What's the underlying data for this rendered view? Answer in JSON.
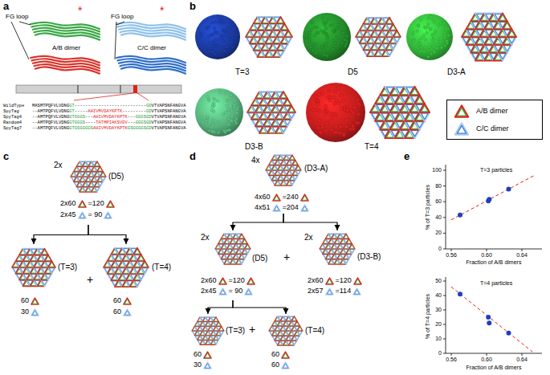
{
  "diagram": {
    "nodes": [
      {
        "text": [
          "T=3"
        ]
      },
      {
        "text": [
          "D5"
        ]
      },
      {
        "text": [
          "D3-A"
        ]
      },
      {
        "text": [
          "D3-B"
        ]
      },
      {
        "text": [
          "T=4"
        ]
      },
      {
        "text": [
          "2x",
          "(D5)",
          "2x60",
          "=120",
          "2x45",
          "= 90"
        ]
      },
      {
        "text": [
          "(T=3)",
          "60",
          "30"
        ]
      },
      {
        "text": [
          "(T=4)",
          "60",
          "60"
        ]
      },
      {
        "text": [
          "4x",
          "(D3-A)",
          "4x60",
          "=240",
          "4x51",
          "=204"
        ]
      },
      {
        "text": [
          "2x",
          "(D5)",
          "2x60",
          "=120",
          "2x45",
          "= 90"
        ]
      },
      {
        "text": [
          "2x",
          "(D3-B)",
          "2x60",
          "=120",
          "2x57",
          "=114"
        ]
      },
      {
        "text": [
          "(T=3)",
          "60",
          "30"
        ]
      },
      {
        "text": [
          "(T=4)",
          "60",
          "60"
        ]
      }
    ],
    "edges": [
      {
        "from": 5,
        "to": 6,
        "arrow": "to"
      },
      {
        "from": 5,
        "to": 7,
        "arrow": "to"
      },
      {
        "from": 8,
        "to": 9,
        "arrow": "to"
      },
      {
        "from": 8,
        "to": 10,
        "arrow": "to"
      },
      {
        "from": 9,
        "to": 11,
        "arrow": "to"
      },
      {
        "from": 9,
        "to": 12,
        "arrow": "to"
      }
    ],
    "labels": [
      "a",
      "FG loop",
      "*",
      "A/B dimer",
      "FG loop",
      "*",
      "C/C dimer",
      "WildType",
      "MASMTPQFVLVDNG",
      "GT",
      "---------------------------",
      "GD",
      "VTVAPSNFANGVA",
      "SpyTag",
      "--AMTPQFVLVDNG",
      "GT",
      "-----",
      "AHIVMVDAYKPTK",
      "---------",
      "GD",
      "VTVAPSNFANGVA",
      "SpyTag4",
      "--AMTPQFVLVDNG",
      "GTGGGS",
      "---",
      "AHIVMVDAYKPTK",
      "---",
      "GGGSGD",
      "VTVAPSNFANGVA",
      "Random4",
      "--AMTPQFVLVDNG",
      "GTGGGS",
      "----",
      "TATMPIAKSVDV",
      "---",
      "GGGSGD",
      "VTVAPSNFANGVA",
      "SpyTag7",
      "--AMTPQFVLVDNG",
      "GTGSGGGGS",
      "AHIVMVDAYKPTK",
      "GSGGGGSGD",
      "VTVAPSNFANGVA",
      "b",
      "c",
      "+",
      "d",
      "+",
      "+",
      "e",
      "T=3 particles",
      "% of T=3 particles",
      "0",
      "20",
      "40",
      "60",
      "80",
      "100",
      "0.56",
      "0.60",
      "0.64",
      "Fraction of A/B dimers",
      "T=4 particles",
      "% of T=4 particles",
      "0",
      "10",
      "20",
      "30",
      "40",
      "50",
      "0.56",
      "0.60",
      "0.64",
      "Fraction of A/B dimers"
    ],
    "legend": [
      {
        "text": "A/B dimer"
      },
      {
        "text": "C/C dimer"
      }
    ]
  }
}
